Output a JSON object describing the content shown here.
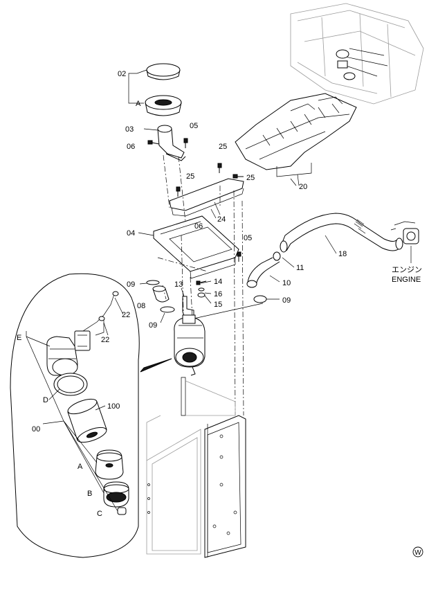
{
  "labels": {
    "p02": "02",
    "pA_top": "A",
    "p03": "03",
    "p05a": "05",
    "p06a": "06",
    "p25a": "25",
    "p25b": "25",
    "p25c": "25",
    "p20": "20",
    "p24": "24",
    "p06b": "06",
    "p04": "04",
    "p05b": "05",
    "p18": "18",
    "p11": "11",
    "p10": "10",
    "p09a": "09",
    "p13": "13",
    "p14": "14",
    "p16": "16",
    "p15": "15",
    "p08": "08",
    "p09b": "09",
    "p09c": "09",
    "p22a": "22",
    "p22b": "22",
    "pE": "E",
    "pD": "D",
    "p100": "100",
    "p00": "00",
    "pA_bot": "A",
    "pB": "B",
    "pC": "C"
  },
  "engine_label_jp": "エンジン",
  "engine_label_en": "ENGINE",
  "corner_mark": "W"
}
